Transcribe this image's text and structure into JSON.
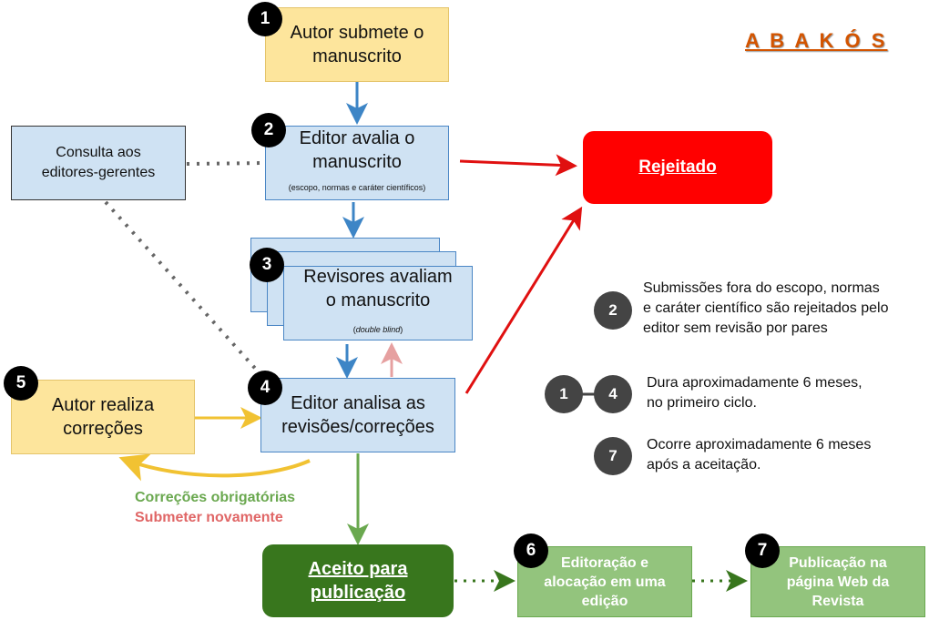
{
  "brand": {
    "logo_text": "A B A K Ó S",
    "color": "#d35400"
  },
  "steps": {
    "submit": {
      "number": "1",
      "line1": "Autor submete o",
      "line2": "manuscrito"
    },
    "editor_review": {
      "number": "2",
      "line1": "Editor avalia o",
      "line2": "manuscrito",
      "note": "(escopo, normas e caráter científicos)"
    },
    "consult": {
      "line1": "Consulta aos",
      "line2": "editores-gerentes"
    },
    "reviewers": {
      "number": "3",
      "line1": "Revisores avaliam",
      "line2": "o manuscrito",
      "note_pre": "(",
      "note_em": "double blind",
      "note_post": ")"
    },
    "editor_analysis": {
      "number": "4",
      "line1": "Editor analisa as",
      "line2": "revisões/correções"
    },
    "author_corrections": {
      "number": "5",
      "line1": "Autor realiza",
      "line2": "correções"
    },
    "rejected": {
      "label": "Rejeitado"
    },
    "accepted": {
      "line1": "Aceito para",
      "line2": "publicação"
    },
    "editing": {
      "number": "6",
      "line1": "Editoração e",
      "line2": "alocação em uma",
      "line3": "edição"
    },
    "publication": {
      "number": "7",
      "line1": "Publicação na",
      "line2": "página Web da",
      "line3": "Revista"
    }
  },
  "corrections": {
    "mandatory": "Correções obrigatórias",
    "resubmit": "Submeter novamente"
  },
  "legend": [
    {
      "badges": [
        "2"
      ],
      "line1": "Submissões fora do escopo, normas",
      "line2": "e caráter científico são rejeitados pelo",
      "line3": "editor sem revisão por pares"
    },
    {
      "badges": [
        "1",
        "4"
      ],
      "line1": "Dura aproximadamente 6 meses,",
      "line2": "no primeiro ciclo."
    },
    {
      "badges": [
        "7"
      ],
      "line1": "Ocorre aproximadamente 6 meses",
      "line2": "após a aceitação."
    }
  ],
  "colors": {
    "yellow": "#fde59c",
    "blue": "#cfe2f3",
    "blue_arrow": "#3d85c6",
    "red": "#ff0000",
    "red_arrow": "#e01010",
    "pink_arrow": "#e6a0a0",
    "dark_green": "#38761d",
    "light_green": "#93c47d",
    "green_arrow": "#6aa84f",
    "yellow_arrow": "#f1c232",
    "mandatory_text": "#6aa84f",
    "resubmit_text": "#e06666",
    "dotted": "#666666"
  }
}
